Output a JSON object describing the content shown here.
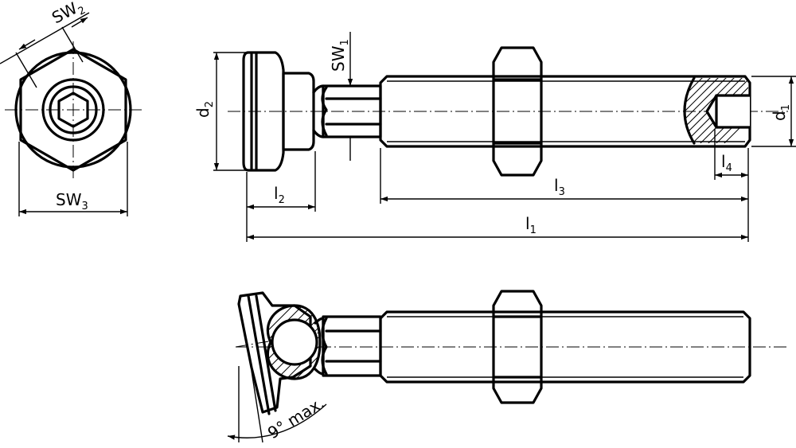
{
  "labels": {
    "sw2": {
      "base": "SW",
      "sub": "2"
    },
    "sw3": {
      "base": "SW",
      "sub": "3"
    },
    "sw1": {
      "base": "SW",
      "sub": "1"
    },
    "d2": {
      "base": "d",
      "sub": "2"
    },
    "d1": {
      "base": "d",
      "sub": "1"
    },
    "l1": {
      "base": "l",
      "sub": "1"
    },
    "l2": {
      "base": "l",
      "sub": "2"
    },
    "l3": {
      "base": "l",
      "sub": "3"
    },
    "l4": {
      "base": "l",
      "sub": "4"
    },
    "angle": "9° max."
  }
}
